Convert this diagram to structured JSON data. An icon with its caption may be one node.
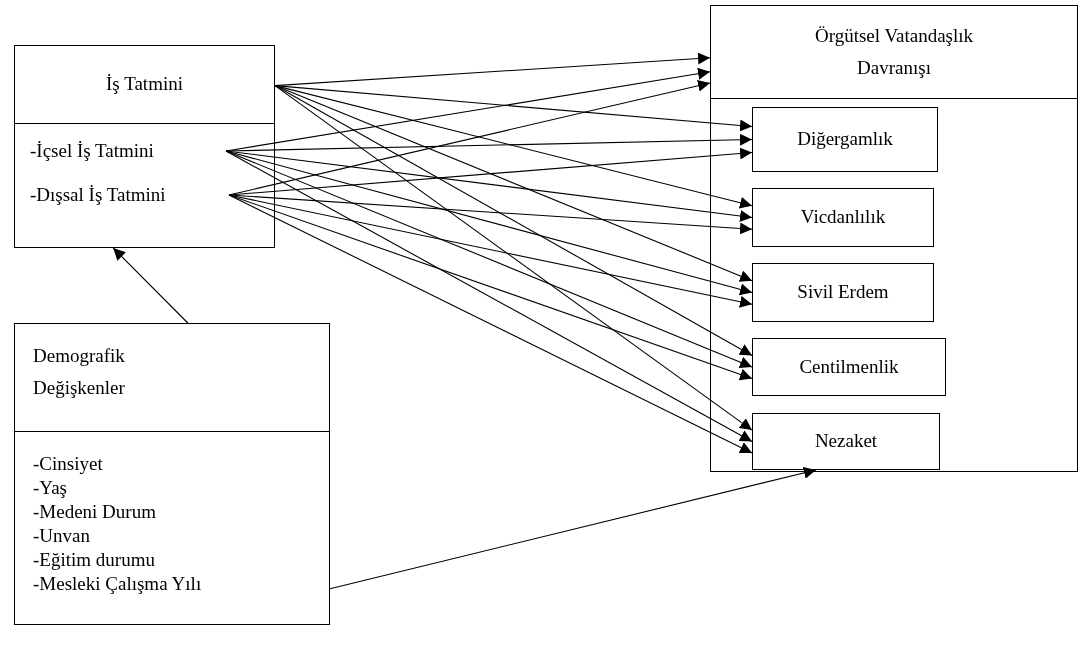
{
  "diagram": {
    "nodes": [
      {
        "text": [
          "İş Tatmini"
        ]
      },
      {
        "text": [
          "-İçsel İş Tatmini"
        ],
        "in": 0
      },
      {
        "text": [
          "-Dışsal İş Tatmini"
        ],
        "in": 0
      },
      {
        "text": [
          "Demografik Değişkenler",
          "-Cinsiyet",
          "-Yaş",
          "-Medeni Durum",
          "-Unvan",
          "-Eğitim durumu",
          "-Mesleki Çalışma Yılı"
        ]
      },
      {
        "text": [
          "Örgütsel Vatandaşlık Davranışı"
        ]
      },
      {
        "text": [
          "Diğergamlık"
        ],
        "in": 4
      },
      {
        "text": [
          "Vicdanlılık"
        ],
        "in": 4
      },
      {
        "text": [
          "Sivil Erdem"
        ],
        "in": 4
      },
      {
        "text": [
          "Centilmenlik"
        ],
        "in": 4
      },
      {
        "text": [
          "Nezaket"
        ],
        "in": 4
      }
    ],
    "edges": [
      {
        "from": 0,
        "to": 4,
        "arrow": "to"
      },
      {
        "from": 0,
        "to": 5,
        "arrow": "to"
      },
      {
        "from": 0,
        "to": 6,
        "arrow": "to"
      },
      {
        "from": 0,
        "to": 7,
        "arrow": "to"
      },
      {
        "from": 0,
        "to": 8,
        "arrow": "to"
      },
      {
        "from": 0,
        "to": 9,
        "arrow": "to"
      },
      {
        "from": 1,
        "to": 4,
        "arrow": "to"
      },
      {
        "from": 1,
        "to": 5,
        "arrow": "to"
      },
      {
        "from": 1,
        "to": 6,
        "arrow": "to"
      },
      {
        "from": 1,
        "to": 7,
        "arrow": "to"
      },
      {
        "from": 1,
        "to": 8,
        "arrow": "to"
      },
      {
        "from": 1,
        "to": 9,
        "arrow": "to"
      },
      {
        "from": 2,
        "to": 4,
        "arrow": "to"
      },
      {
        "from": 2,
        "to": 5,
        "arrow": "to"
      },
      {
        "from": 2,
        "to": 6,
        "arrow": "to"
      },
      {
        "from": 2,
        "to": 7,
        "arrow": "to"
      },
      {
        "from": 2,
        "to": 8,
        "arrow": "to"
      },
      {
        "from": 2,
        "to": 9,
        "arrow": "to"
      },
      {
        "from": 3,
        "to": 0,
        "arrow": "to"
      },
      {
        "from": 3,
        "to": 9,
        "arrow": "to"
      }
    ]
  }
}
